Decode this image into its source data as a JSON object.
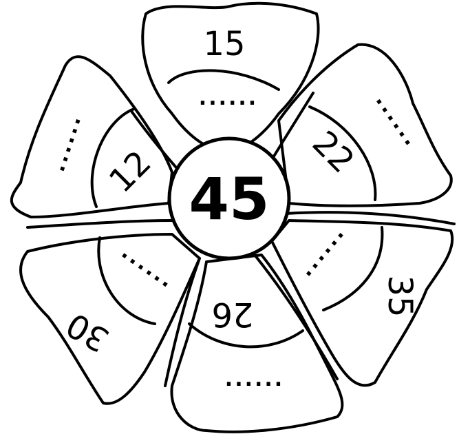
{
  "center": {
    "value": "45"
  },
  "outer": {
    "top": "15",
    "left_top": "",
    "right_top": "",
    "right_bottom": "35",
    "bottom": "",
    "left_bottom": "30"
  },
  "inner": {
    "top": "",
    "left_top": "12",
    "right_top": "22",
    "right_bottom": "",
    "bottom": "26",
    "left_bottom": ""
  },
  "blank": "......"
}
